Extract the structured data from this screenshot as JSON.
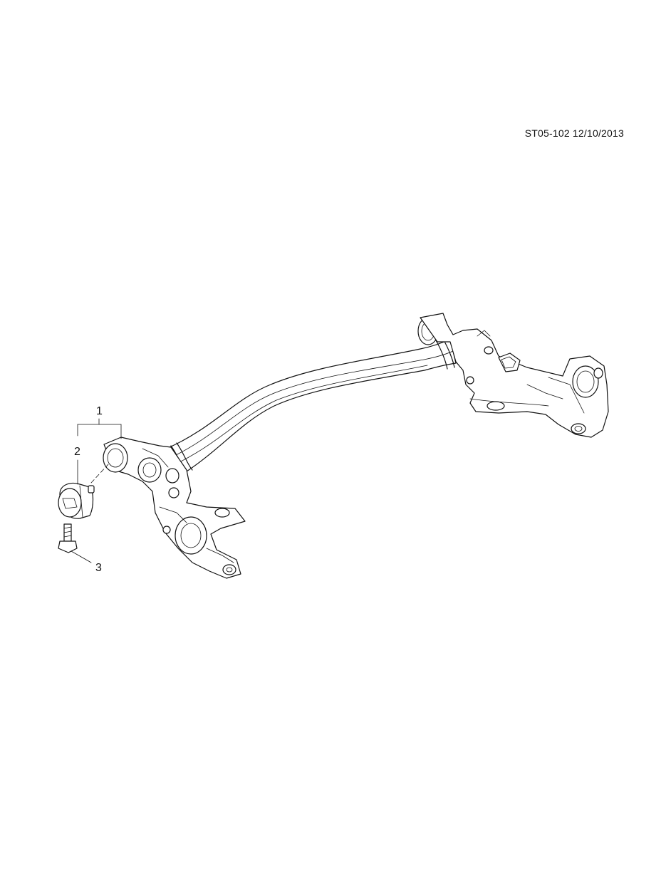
{
  "drawing": {
    "reference": "ST05-102 12/10/2013"
  },
  "callouts": [
    {
      "id": "callout-1",
      "label": "1"
    },
    {
      "id": "callout-2",
      "label": "2"
    },
    {
      "id": "callout-3",
      "label": "3"
    }
  ],
  "colors": {
    "line": "#111111",
    "background": "#ffffff"
  }
}
